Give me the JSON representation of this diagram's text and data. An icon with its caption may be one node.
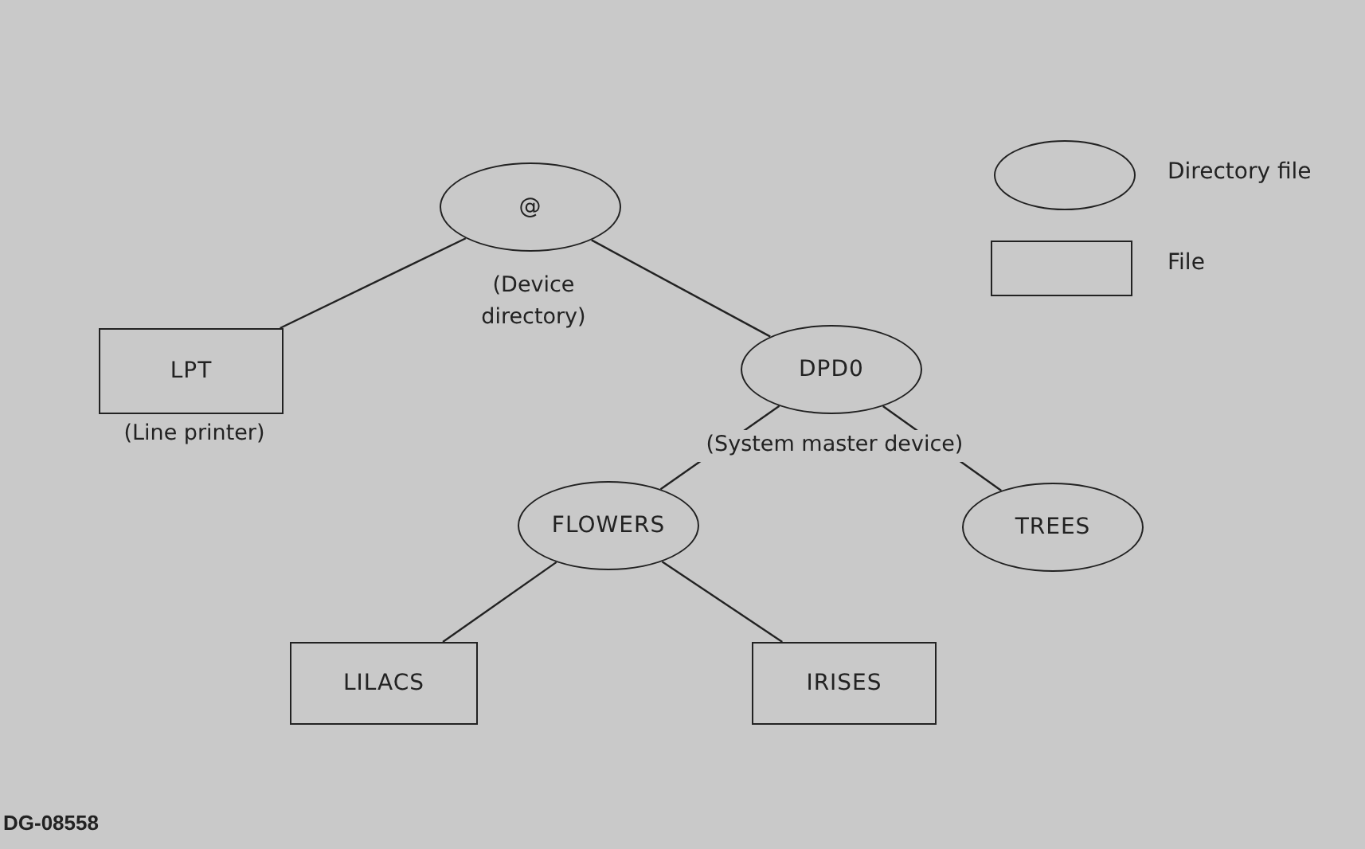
{
  "diagram": {
    "nodes": [
      {
        "text": [
          "@"
        ],
        "beside": [
          "(Device directory)"
        ]
      },
      {
        "text": [
          "LPT"
        ],
        "beside": [
          "(Line printer)"
        ]
      },
      {
        "text": [
          "DPD0"
        ],
        "beside": [
          "(System master device)"
        ]
      },
      {
        "text": [
          "FLOWERS"
        ]
      },
      {
        "text": [
          "TREES"
        ]
      },
      {
        "text": [
          "LILACS"
        ]
      },
      {
        "text": [
          "IRISES"
        ]
      }
    ],
    "edges": [
      {
        "from": 0,
        "to": 1,
        "arrow": "none"
      },
      {
        "from": 0,
        "to": 2,
        "arrow": "none"
      },
      {
        "from": 2,
        "to": 3,
        "arrow": "none"
      },
      {
        "from": 2,
        "to": 4,
        "arrow": "none"
      },
      {
        "from": 3,
        "to": 5,
        "arrow": "none"
      },
      {
        "from": 3,
        "to": 6,
        "arrow": "none"
      }
    ],
    "labels": [
      "DG-08558"
    ],
    "legend": [
      {
        "text": "Directory file"
      },
      {
        "text": "File"
      }
    ]
  }
}
